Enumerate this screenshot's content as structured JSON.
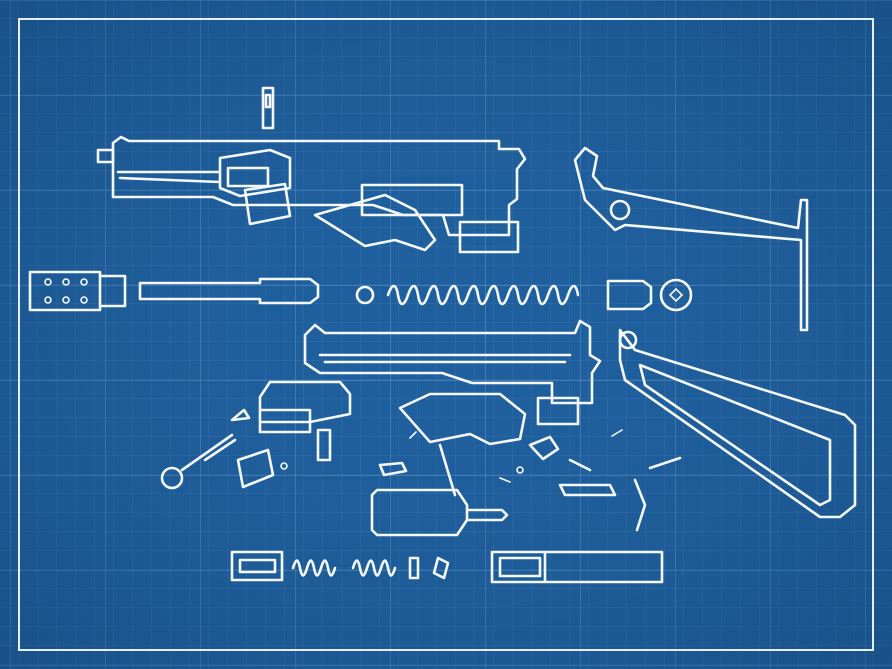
{
  "drawing": {
    "style": "blueprint",
    "colors": {
      "background": "#1f5f9d",
      "grid_minor": "#3a77b2",
      "grid_major": "#5a92c6",
      "lines": "#f4f8fc"
    },
    "parts": [
      "upper-receiver-assembly",
      "upper-stock",
      "muzzle-cap",
      "barrel",
      "barrel-ring",
      "recoil-spring",
      "spring-cup",
      "end-cap",
      "lower-receiver-assembly",
      "magazine-housing",
      "trigger-housing",
      "skeleton-stock",
      "bolt",
      "small-parts",
      "magazine-follower",
      "magazine-springs",
      "magazine"
    ]
  }
}
